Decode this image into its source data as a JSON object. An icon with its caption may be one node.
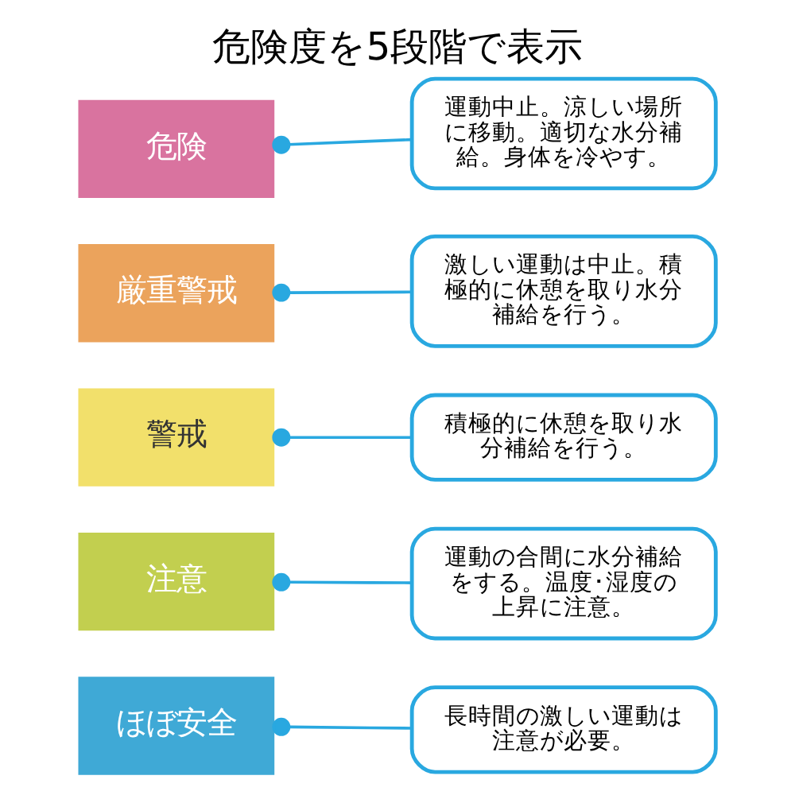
{
  "diagram": {
    "title": "危険度を5段階で表示",
    "nodes": [
      {
        "text": [
          "危険"
        ]
      },
      {
        "text": [
          "厳重警戒"
        ]
      },
      {
        "text": [
          "警戒"
        ]
      },
      {
        "text": [
          "注意"
        ]
      },
      {
        "text": [
          "ほぼ安全"
        ]
      },
      {
        "text": [
          "運動中止。涼しい場所に移動。適切な水分補給。身体を冷やす。"
        ]
      },
      {
        "text": [
          "激しい運動は中止。積極的に休憩を取り水分補給を行う。"
        ]
      },
      {
        "text": [
          "積極的に休憩を取り水分補給を行う。"
        ]
      },
      {
        "text": [
          "運動の合間に水分補給をする。温度･湿度の上昇に注意。"
        ]
      },
      {
        "text": [
          "長時間の激しい運動は注意が必要。"
        ]
      }
    ],
    "edges": [
      {
        "from": 0,
        "to": 5,
        "arrow": "other"
      },
      {
        "from": 1,
        "to": 6,
        "arrow": "other"
      },
      {
        "from": 2,
        "to": 7,
        "arrow": "other"
      },
      {
        "from": 3,
        "to": 8,
        "arrow": "other"
      },
      {
        "from": 4,
        "to": 9,
        "arrow": "other"
      }
    ]
  }
}
